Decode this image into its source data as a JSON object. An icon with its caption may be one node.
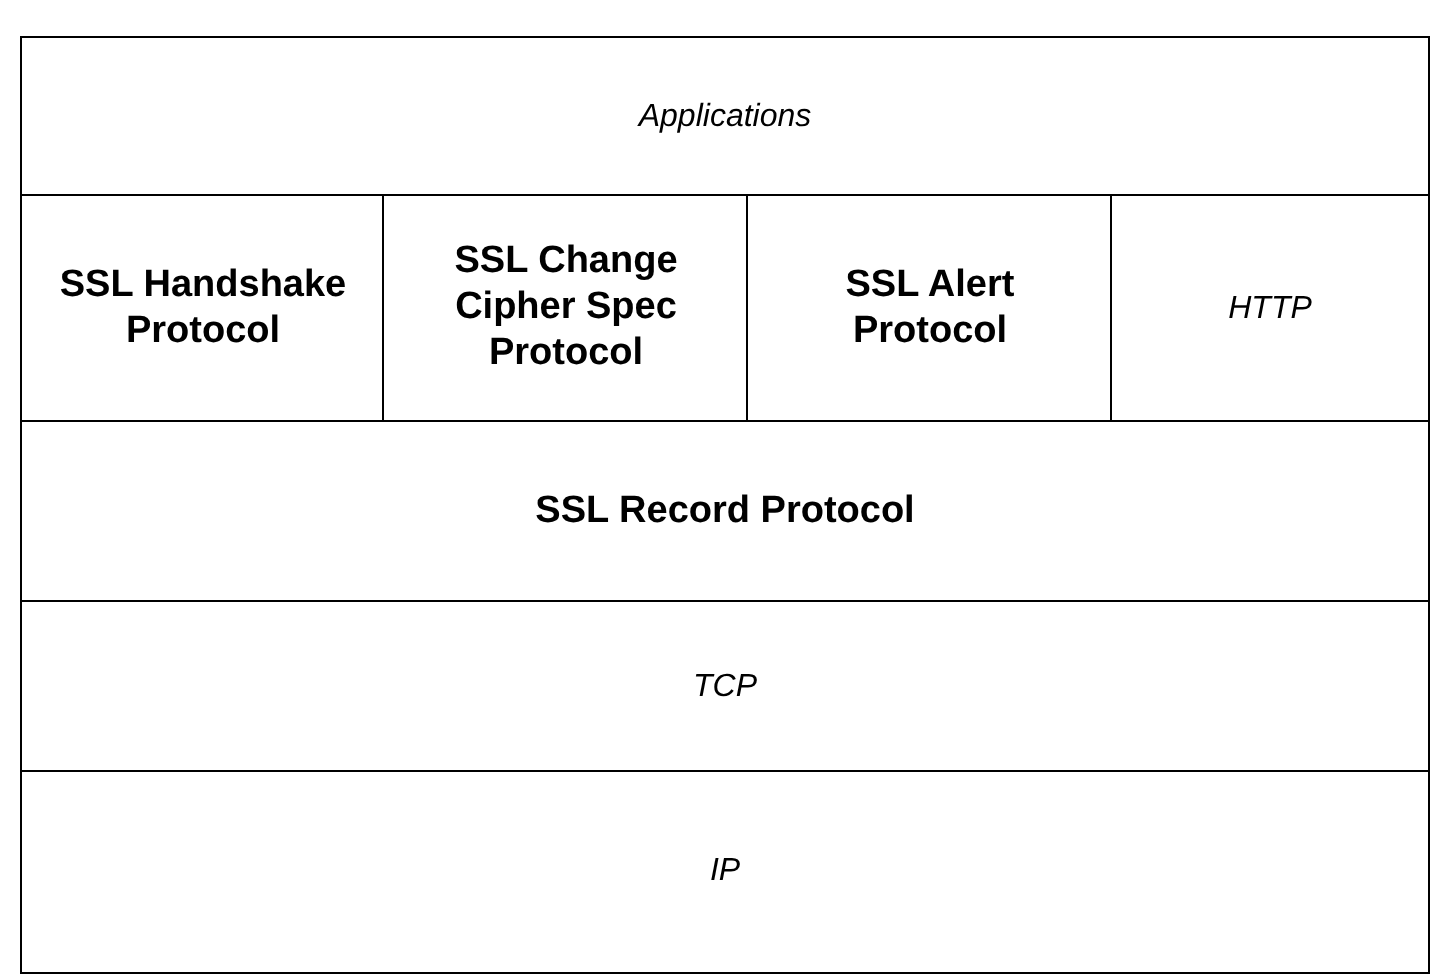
{
  "diagram": {
    "nodes": [
      {
        "text": [
          "Applications"
        ]
      },
      {
        "text": [
          "SSL Handshake Protocol"
        ]
      },
      {
        "text": [
          "SSL Change Cipher Spec Protocol"
        ]
      },
      {
        "text": [
          "SSL Alert Protocol"
        ]
      },
      {
        "text": [
          "HTTP"
        ]
      },
      {
        "text": [
          "SSL Record Protocol"
        ]
      },
      {
        "text": [
          "TCP"
        ]
      },
      {
        "text": [
          "IP"
        ]
      }
    ]
  }
}
